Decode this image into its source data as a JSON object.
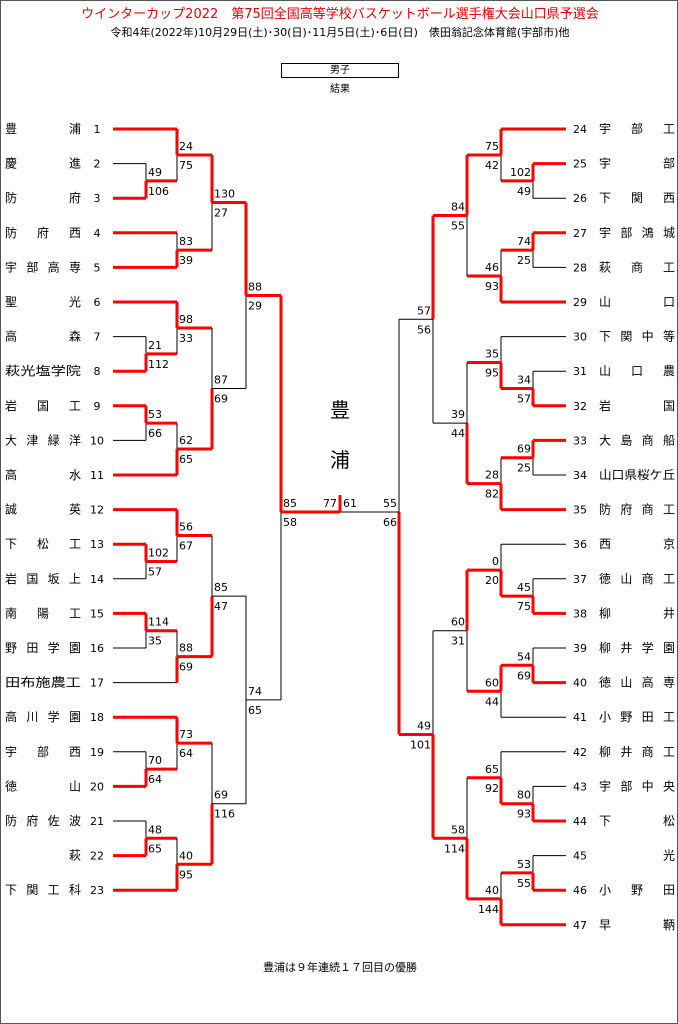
{
  "header": {
    "title": "ウインターカップ2022　第75回全国高等学校バスケットボール選手権大会山口県予選会",
    "subtitle": "令和4年(2022年)10月29日(土)･30(日)･11月5日(土)･6日(日)　俵田翁記念体育館(宇部市)他",
    "gender_label": "男子",
    "result_label": "結果"
  },
  "champion": {
    "char1": "豊",
    "char2": "浦"
  },
  "footer": {
    "note": "豊浦は９年連続１７回目の優勝"
  },
  "colors": {
    "win_line": "#ff0000",
    "line": "#000000",
    "title": "#e60000"
  },
  "left_teams": [
    {
      "no": "1",
      "name": "豊浦"
    },
    {
      "no": "2",
      "name": "慶進"
    },
    {
      "no": "3",
      "name": "防府"
    },
    {
      "no": "4",
      "name": "防府西"
    },
    {
      "no": "5",
      "name": "宇部高専"
    },
    {
      "no": "6",
      "name": "聖光"
    },
    {
      "no": "7",
      "name": "高森"
    },
    {
      "no": "8",
      "name": "萩光塩学院"
    },
    {
      "no": "9",
      "name": "岩国工"
    },
    {
      "no": "10",
      "name": "大津緑洋"
    },
    {
      "no": "11",
      "name": "高水"
    },
    {
      "no": "12",
      "name": "誠英"
    },
    {
      "no": "13",
      "name": "下松工"
    },
    {
      "no": "14",
      "name": "岩国坂上"
    },
    {
      "no": "15",
      "name": "南陽工"
    },
    {
      "no": "16",
      "name": "野田学園"
    },
    {
      "no": "17",
      "name": "田布施農工"
    },
    {
      "no": "18",
      "name": "高川学園"
    },
    {
      "no": "19",
      "name": "宇部西"
    },
    {
      "no": "20",
      "name": "徳山"
    },
    {
      "no": "21",
      "name": "防府佐波"
    },
    {
      "no": "22",
      "name": "萩"
    },
    {
      "no": "23",
      "name": "下関工科"
    }
  ],
  "right_teams": [
    {
      "no": "24",
      "name": "宇部工"
    },
    {
      "no": "25",
      "name": "宇部"
    },
    {
      "no": "26",
      "name": "下関西"
    },
    {
      "no": "27",
      "name": "宇部鴻城"
    },
    {
      "no": "28",
      "name": "萩商工"
    },
    {
      "no": "29",
      "name": "山口"
    },
    {
      "no": "30",
      "name": "下関中等"
    },
    {
      "no": "31",
      "name": "山口農"
    },
    {
      "no": "32",
      "name": "岩国"
    },
    {
      "no": "33",
      "name": "大島商船"
    },
    {
      "no": "34",
      "name": "山口県桜ケ丘"
    },
    {
      "no": "35",
      "name": "防府商工"
    },
    {
      "no": "36",
      "name": "西京"
    },
    {
      "no": "37",
      "name": "徳山商工"
    },
    {
      "no": "38",
      "name": "柳井"
    },
    {
      "no": "39",
      "name": "柳井学園"
    },
    {
      "no": "40",
      "name": "徳山高専"
    },
    {
      "no": "41",
      "name": "小野田工"
    },
    {
      "no": "42",
      "name": "柳井商工"
    },
    {
      "no": "43",
      "name": "宇部中央"
    },
    {
      "no": "44",
      "name": "下松"
    },
    {
      "no": "45",
      "name": "光"
    },
    {
      "no": "46",
      "name": "小野田"
    },
    {
      "no": "47",
      "name": "早鞆"
    }
  ],
  "left_scores": [
    "49",
    "106",
    "21",
    "112",
    "53",
    "66",
    "102",
    "57",
    "114",
    "35",
    "70",
    "64",
    "48",
    "65",
    "24",
    "75",
    "83",
    "39",
    "98",
    "33",
    "62",
    "65",
    "56",
    "67",
    "88",
    "69",
    "73",
    "64",
    "40",
    "95",
    "130",
    "27",
    "87",
    "69",
    "85",
    "47",
    "69",
    "116",
    "88",
    "29",
    "74",
    "65",
    "85",
    "58"
  ],
  "right_scores": [
    "102",
    "49",
    "74",
    "25",
    "34",
    "57",
    "69",
    "25",
    "45",
    "75",
    "54",
    "69",
    "80",
    "93",
    "53",
    "55",
    "75",
    "42",
    "46",
    "93",
    "35",
    "95",
    "28",
    "82",
    "0",
    "20",
    "60",
    "44",
    "65",
    "92",
    "40",
    "144",
    "84",
    "55",
    "39",
    "44",
    "60",
    "31",
    "58",
    "114",
    "57",
    "56",
    "49",
    "101",
    "55",
    "66"
  ],
  "final_scores": {
    "left": "77",
    "right": "61"
  }
}
